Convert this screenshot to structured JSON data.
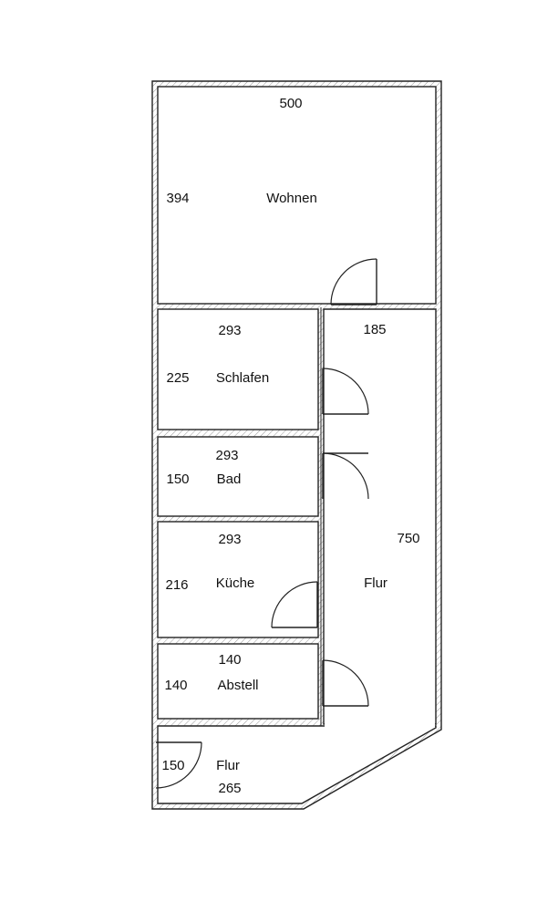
{
  "colors": {
    "wall_line": "#222222",
    "background": "#ffffff"
  },
  "rooms": {
    "wohnen": {
      "name": "Wohnen",
      "width": "500",
      "height": "394"
    },
    "schlafen": {
      "name": "Schlafen",
      "width": "293",
      "height": "225"
    },
    "bad": {
      "name": "Bad",
      "width": "293",
      "height": "150"
    },
    "kueche": {
      "name": "Küche",
      "width": "293",
      "height": "216"
    },
    "abstell": {
      "name": "Abstell",
      "width": "140",
      "height": "140"
    },
    "flur_main": {
      "name": "Flur",
      "width": "185",
      "height": "750"
    },
    "flur_small": {
      "name": "Flur",
      "width": "265",
      "height": "150"
    }
  }
}
